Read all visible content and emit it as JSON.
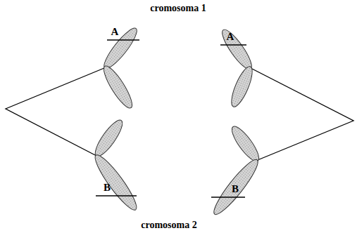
{
  "diagram": {
    "labels": [
      "cromosoma 1",
      "A",
      "A",
      "B",
      "B",
      "cromosoma 2"
    ]
  }
}
